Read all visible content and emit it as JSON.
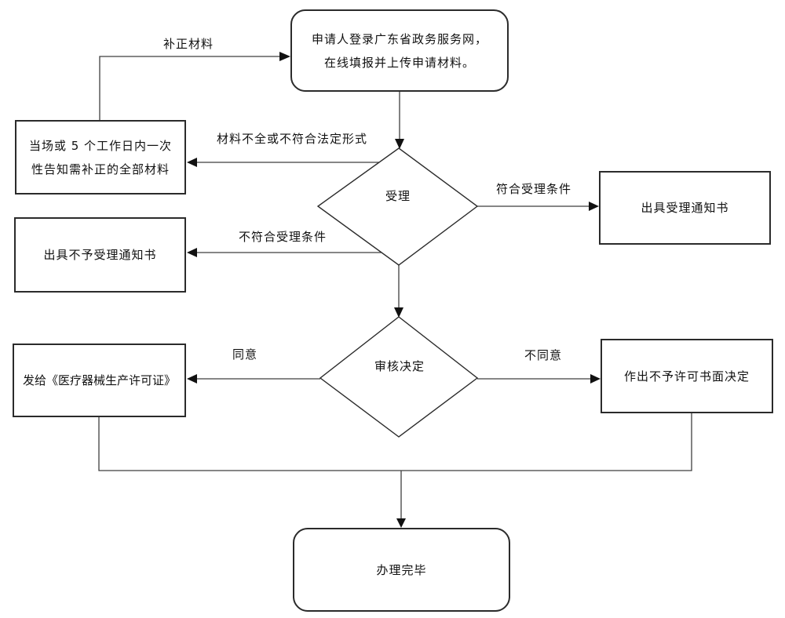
{
  "diagram": {
    "nodes": {
      "start": {
        "line1": "申请人登录广东省政务服务网，",
        "line2": "在线填报并上传申请材料。"
      },
      "supplement_box": {
        "line1": "当场或 5 个工作日内一次",
        "line2": "性告知需补正的全部材料"
      },
      "accept_diamond": {
        "label": "受理"
      },
      "accept_notice_box": {
        "label": "出具受理通知书"
      },
      "reject_notice_box": {
        "label": "出具不予受理通知书"
      },
      "review_diamond": {
        "label": "审核决定"
      },
      "license_box": {
        "label": "发给《医疗器械生产许可证》"
      },
      "deny_box": {
        "label": "作出不予许可书面决定"
      },
      "end": {
        "label": "办理完毕"
      }
    },
    "edge_labels": {
      "supplement": "补正材料",
      "incomplete": "材料不全或不符合法定形式",
      "meets_conditions": "符合受理条件",
      "not_meets_conditions": "不符合受理条件",
      "agree": "同意",
      "disagree": "不同意"
    },
    "colors": {
      "line": "#3f3f3f",
      "border": "#2b2b2b",
      "text": "#111111",
      "arrow": "#111111",
      "background": "#ffffff"
    }
  }
}
